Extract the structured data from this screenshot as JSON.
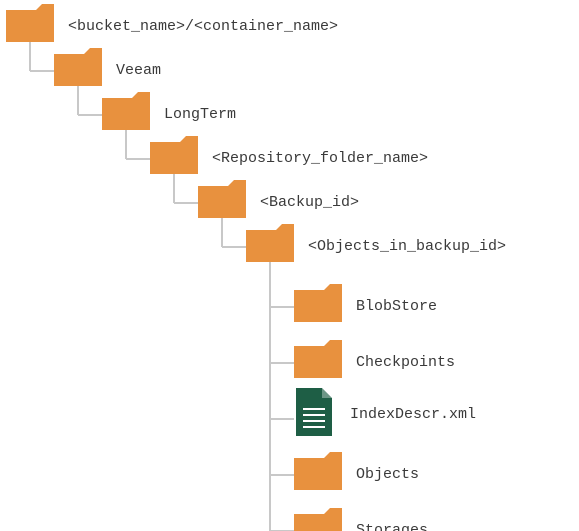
{
  "colors": {
    "folder": "#e8913e",
    "folder_shade": "#d9822f",
    "file": "#1e5e45",
    "connector": "#c8c8c8",
    "text": "#3a3a3a"
  },
  "tree": {
    "root": {
      "icon": "folder-icon",
      "label": "<bucket_name>/<container_name>",
      "children": [
        {
          "icon": "folder-icon",
          "label": "Veeam",
          "children": [
            {
              "icon": "folder-icon",
              "label": "LongTerm",
              "children": [
                {
                  "icon": "folder-icon",
                  "label": "<Repository_folder_name>",
                  "children": [
                    {
                      "icon": "folder-icon",
                      "label": "<Backup_id>",
                      "children": [
                        {
                          "icon": "folder-icon",
                          "label": "<Objects_in_backup_id>",
                          "children": [
                            {
                              "icon": "folder-icon",
                              "label": "BlobStore"
                            },
                            {
                              "icon": "folder-icon",
                              "label": "Checkpoints"
                            },
                            {
                              "icon": "xml-file-icon",
                              "label": "IndexDescr.xml"
                            },
                            {
                              "icon": "folder-icon",
                              "label": "Objects"
                            },
                            {
                              "icon": "folder-icon",
                              "label": "Storages"
                            }
                          ]
                        }
                      ]
                    }
                  ]
                }
              ]
            }
          ]
        }
      ]
    }
  }
}
